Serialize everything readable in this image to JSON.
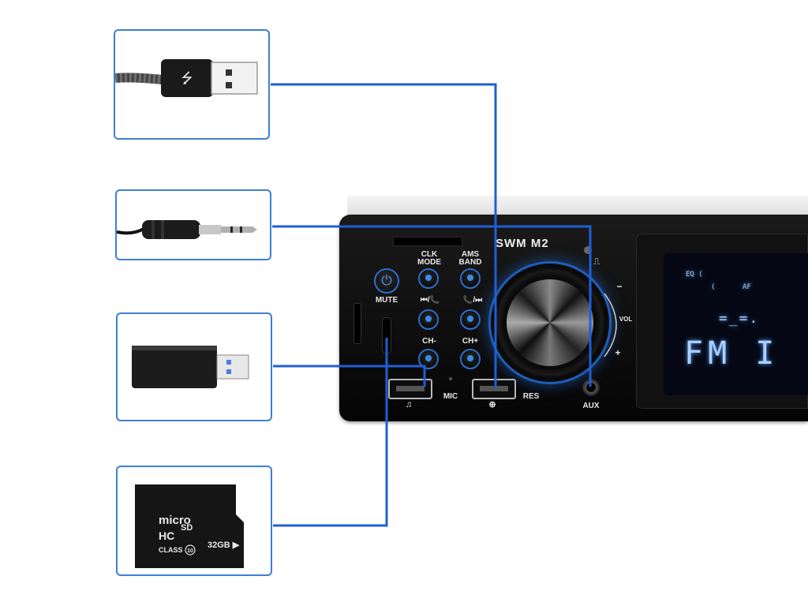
{
  "accessories": {
    "usb_cable": {
      "icon": "usb-cable-icon"
    },
    "aux_cable": {
      "icon": "aux-cable-icon"
    },
    "usb_stick": {
      "icon": "usb-flash-drive-icon"
    },
    "sd_card": {
      "brand": "micro",
      "sd_mark": "SD",
      "hc_mark": "HC",
      "class_label": "CLASS",
      "class_num": "10",
      "capacity": "32GB ▶"
    }
  },
  "unit": {
    "brand": "SWM  M2",
    "labels": {
      "clk_mode": "CLK\nMODE",
      "ams_band": "AMS\nBAND",
      "mute": "MUTE",
      "prev_call": "⏮/📞",
      "hangup_next": "📞/⏭",
      "ch_minus": "CH-",
      "ch_plus": "CH+",
      "mic": "MIC",
      "res": "RES",
      "aux": "AUX",
      "vol": "VOL",
      "vol_minus": "−",
      "vol_plus": "+",
      "usb1_icon": "♫",
      "usb2_icon": "⊕"
    },
    "display": {
      "eq": "EQ  (",
      "paren": "(",
      "af": "AF",
      "dashes": "=_=.",
      "main": "FM I"
    }
  },
  "colors": {
    "accent": "#2c6fd0",
    "line": "#1f5fd6",
    "box_border": "#3d7fd6",
    "display_text": "#a9d0ff"
  }
}
